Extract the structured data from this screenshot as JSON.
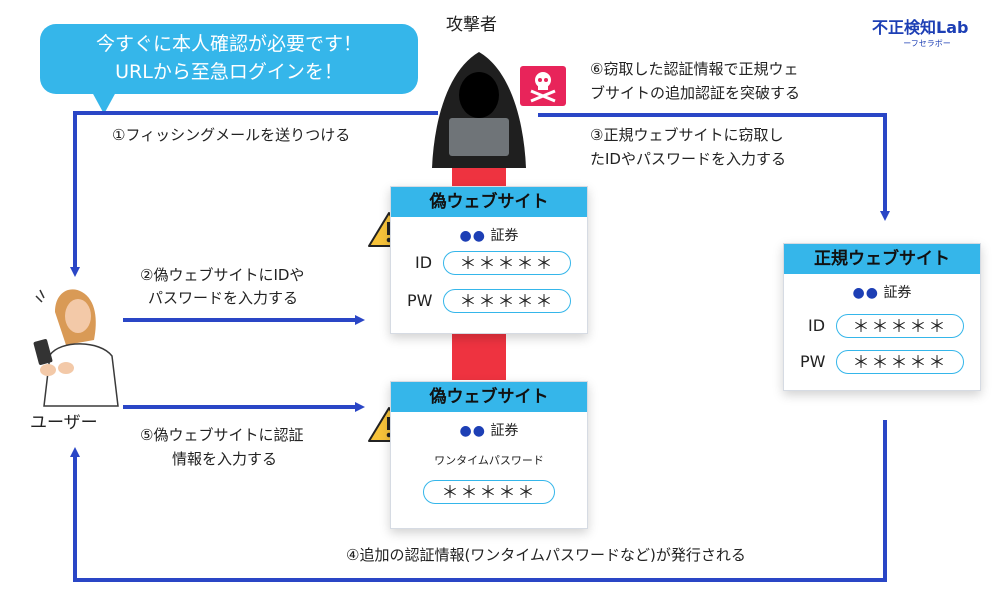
{
  "logo": {
    "main": "不正検知Lab",
    "sub": "ーフセラボー"
  },
  "bubble": {
    "line1": "今すぐに本人確認が必要です！",
    "line2": "URLから至急ログインを！"
  },
  "attacker_label": "攻撃者",
  "user_label": "ユーザー",
  "steps": {
    "s1": "①フィッシングメールを送りつける",
    "s2_line1": "②偽ウェブサイトにIDや",
    "s2_line2": "パスワードを入力する",
    "s3_line1": "③正規ウェブサイトに窃取し",
    "s3_line2": "たIDやパスワードを入力する",
    "s4": "④追加の認証情報(ワンタイムパスワードなど)が発行される",
    "s5_line1": "⑤偽ウェブサイトに認証",
    "s5_line2": "情報を入力する",
    "s6_line1": "⑥窃取した認証情報で正規ウェ",
    "s6_line2": "ブサイトの追加認証を突破する"
  },
  "fake_site_1": {
    "title": "偽ウェブサイト",
    "dots": "●●",
    "brand": "証券",
    "id_label": "ID",
    "id_value": "＊＊＊＊＊",
    "pw_label": "PW",
    "pw_value": "＊＊＊＊＊"
  },
  "fake_site_2": {
    "title": "偽ウェブサイト",
    "dots": "●●",
    "brand": "証券",
    "otp_label": "ワンタイムパスワード",
    "otp_value": "＊＊＊＊＊"
  },
  "real_site": {
    "title": "正規ウェブサイト",
    "dots": "●●",
    "brand": "証券",
    "id_label": "ID",
    "id_value": "＊＊＊＊＊",
    "pw_label": "PW",
    "pw_value": "＊＊＊＊＊"
  },
  "colors": {
    "accent": "#35b6ea",
    "arrow": "#2a46c6",
    "danger": "#ee3340",
    "warning": "#f7c33a",
    "skull_bg": "#e8245a"
  }
}
